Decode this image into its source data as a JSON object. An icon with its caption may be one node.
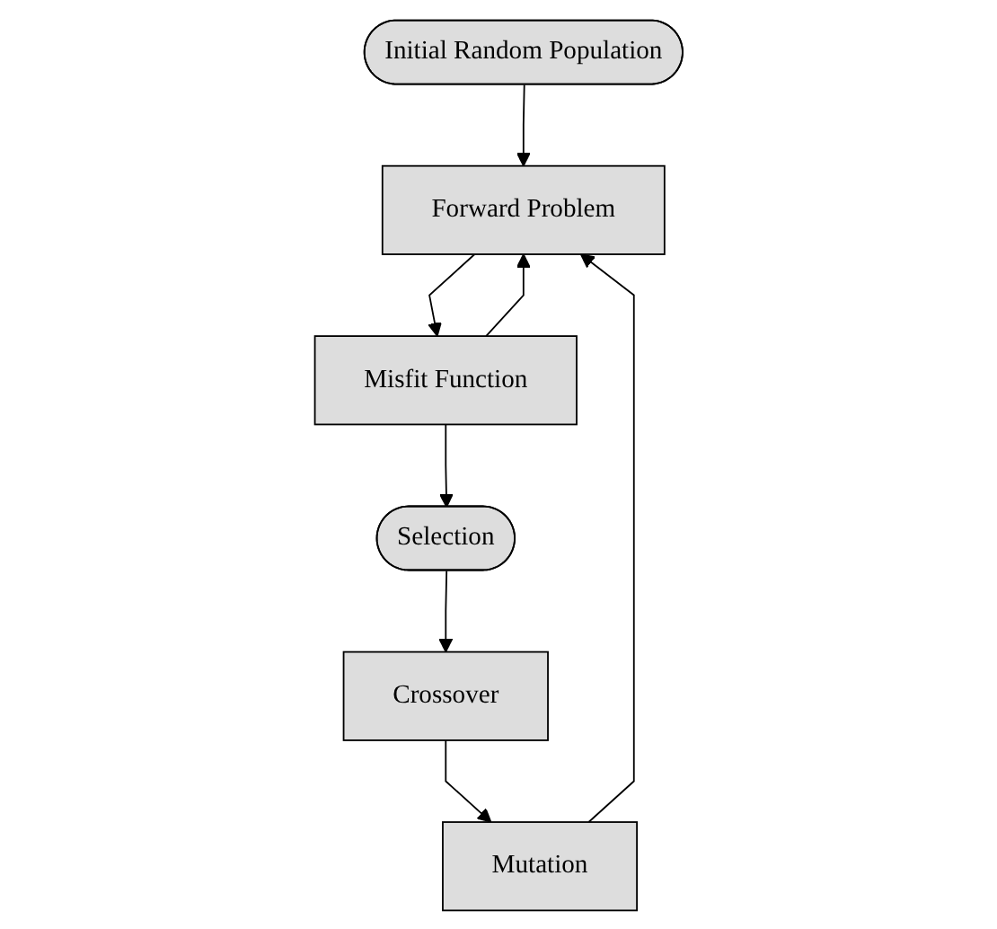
{
  "diagram": {
    "nodes": [
      {
        "text": [
          "Initial Random Population"
        ]
      },
      {
        "text": [
          "Forward Problem"
        ]
      },
      {
        "text": [
          "Misfit Function"
        ]
      },
      {
        "text": [
          "Selection"
        ]
      },
      {
        "text": [
          "Crossover"
        ]
      },
      {
        "text": [
          "Mutation"
        ]
      }
    ],
    "edges": [
      {
        "from": 0,
        "to": 1,
        "arrow": "to"
      },
      {
        "from": 1,
        "to": 2,
        "arrow": "to"
      },
      {
        "from": 2,
        "to": 3,
        "arrow": "to"
      },
      {
        "from": 3,
        "to": 4,
        "arrow": "to"
      },
      {
        "from": 4,
        "to": 5,
        "arrow": "to"
      },
      {
        "from": 2,
        "to": 1,
        "arrow": "to"
      },
      {
        "from": 5,
        "to": 1,
        "arrow": "to"
      }
    ]
  }
}
